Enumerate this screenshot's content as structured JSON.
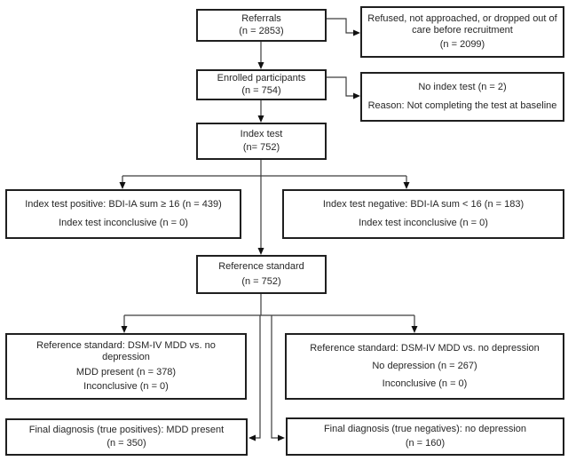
{
  "diagram": {
    "type": "flowchart",
    "description": "Participant flow diagram of a diagnostic accuracy study (BDI-IA index test vs DSM-IV reference standard)",
    "colors": {
      "background": "#ffffff",
      "box_border": "#1f1f1f",
      "text": "#262626",
      "connector_line": "#3d3d3d",
      "arrowhead": "#111111"
    },
    "boxes": {
      "referrals": {
        "lines": [
          "Referrals",
          "(n = 2853)"
        ]
      },
      "refused": {
        "lines": [
          "Refused, not approached, or dropped out of care before recruitment",
          "(n = 2099)"
        ]
      },
      "enrolled": {
        "lines": [
          "Enrolled participants",
          "(n = 754)"
        ]
      },
      "no_index_test": {
        "lines": [
          "No index test (n = 2)",
          "Reason: Not completing the test at baseline"
        ]
      },
      "index_test": {
        "lines": [
          "Index test",
          "(n= 752)"
        ]
      },
      "index_positive": {
        "lines": [
          "Index test positive: BDI-IA sum ≥ 16 (n = 439)",
          "Index test inconclusive (n = 0)"
        ]
      },
      "index_negative": {
        "lines": [
          "Index test negative: BDI-IA sum < 16 (n = 183)",
          "Index test inconclusive (n = 0)"
        ]
      },
      "reference_standard": {
        "lines": [
          "Reference standard",
          "(n = 752)"
        ]
      },
      "ref_std_mdd": {
        "lines": [
          "Reference standard: DSM-IV MDD vs. no depression",
          "MDD present (n = 378)",
          "Inconclusive (n = 0)"
        ]
      },
      "ref_std_no_depression": {
        "lines": [
          "Reference standard: DSM-IV MDD vs. no depression",
          "No depression (n = 267)",
          "Inconclusive (n = 0)"
        ]
      },
      "final_true_positives": {
        "lines": [
          "Final diagnosis (true positives): MDD present",
          "(n = 350)"
        ]
      },
      "final_true_negatives": {
        "lines": [
          "Final diagnosis (true negatives): no depression",
          "(n = 160)"
        ]
      }
    }
  }
}
